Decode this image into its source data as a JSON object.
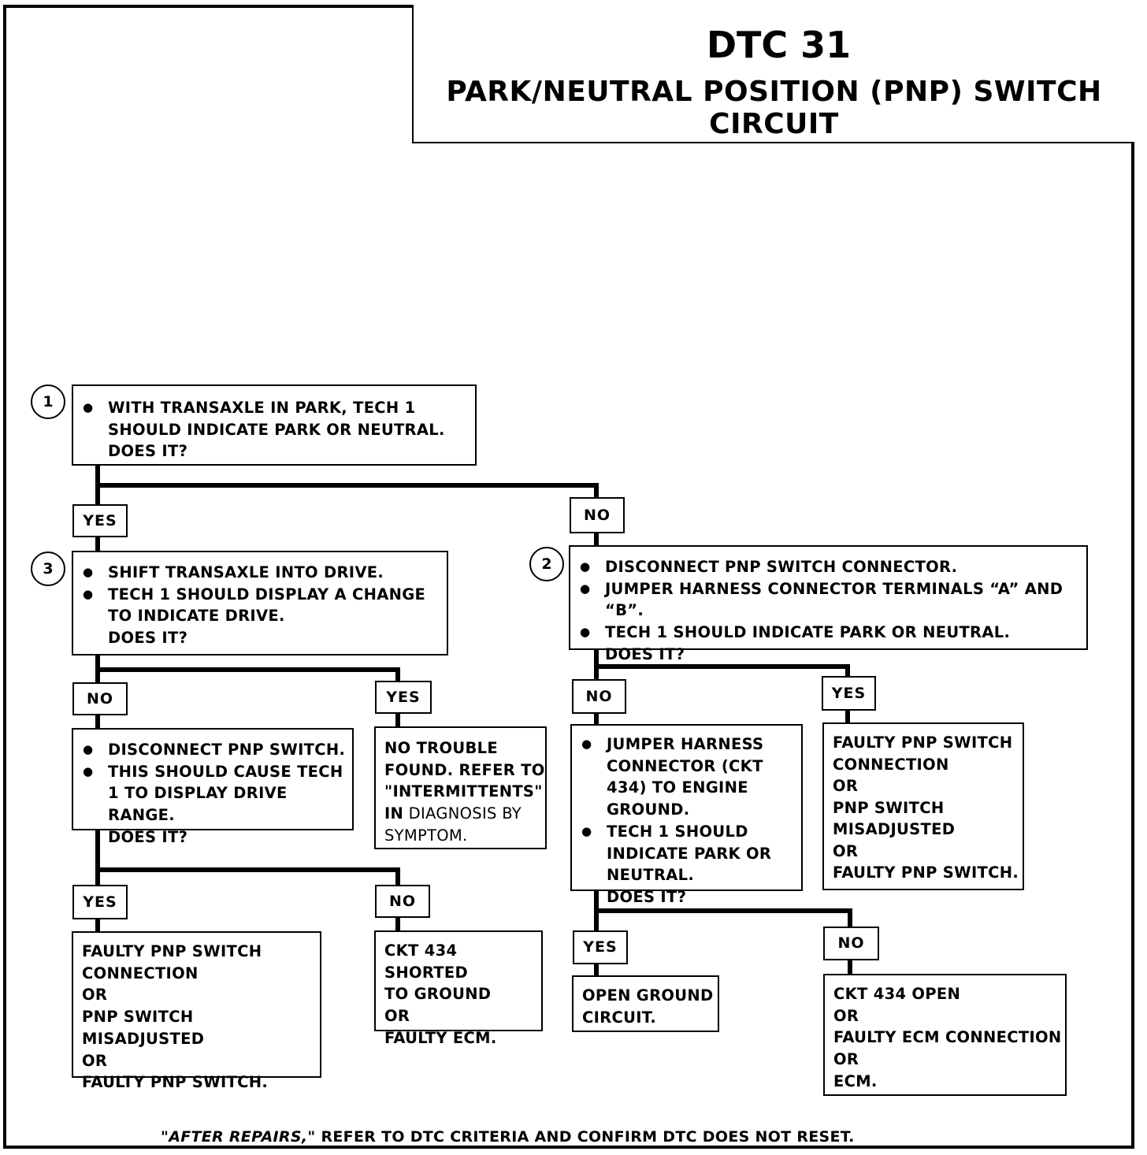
{
  "header": {
    "code": "DTC 31",
    "title": "PARK/NEUTRAL POSITION (PNP) SWITCH CIRCUIT"
  },
  "steps": {
    "step1": {
      "number": "1",
      "bullets": [
        "WITH TRANSAXLE IN PARK, TECH 1 SHOULD INDICATE PARK OR NEUTRAL."
      ],
      "question": "DOES IT?"
    },
    "step2": {
      "number": "2",
      "bullets": [
        "DISCONNECT PNP SWITCH CONNECTOR.",
        "JUMPER HARNESS CONNECTOR TERMINALS “A” AND “B”.",
        "TECH 1 SHOULD INDICATE PARK OR NEUTRAL."
      ],
      "question": "DOES IT?"
    },
    "step3": {
      "number": "3",
      "bullets": [
        "SHIFT TRANSAXLE INTO DRIVE.",
        "TECH 1 SHOULD DISPLAY A CHANGE TO INDICATE DRIVE."
      ],
      "question": "DOES IT?"
    },
    "step3_no": {
      "bullets": [
        "DISCONNECT PNP SWITCH.",
        "THIS SHOULD CAUSE TECH 1 TO DISPLAY DRIVE RANGE."
      ],
      "question": "DOES IT?"
    },
    "step2_no": {
      "bullets": [
        "JUMPER HARNESS CONNECTOR (CKT 434) TO ENGINE GROUND.",
        "TECH 1 SHOULD INDICATE PARK OR NEUTRAL."
      ],
      "question": "DOES IT?"
    }
  },
  "labels": {
    "yes": "YES",
    "no": "NO"
  },
  "results": {
    "no_trouble": {
      "line1": "NO TROUBLE",
      "line2": "FOUND.  REFER TO",
      "line3": "\"INTERMITTENTS\"",
      "line4_prefix": "IN",
      "line4_rest": " DIAGNOSIS BY",
      "line5": "SYMPTOM."
    },
    "faulty_left": [
      "FAULTY PNP SWITCH",
      "CONNECTION",
      "OR",
      "PNP SWITCH MISADJUSTED",
      "OR",
      "FAULTY PNP SWITCH."
    ],
    "ckt_shorted": [
      "CKT 434 SHORTED",
      "TO GROUND",
      "OR",
      "FAULTY ECM."
    ],
    "faulty_right": [
      "FAULTY PNP SWITCH",
      "CONNECTION",
      "OR",
      "PNP SWITCH",
      "MISADJUSTED",
      "OR",
      "FAULTY PNP SWITCH."
    ],
    "open_ground": [
      "OPEN GROUND",
      "CIRCUIT."
    ],
    "ckt_open": [
      "CKT 434 OPEN",
      "OR",
      "FAULTY ECM CONNECTION",
      "OR",
      "ECM."
    ]
  },
  "footer": {
    "em": "\"AFTER REPAIRS,\"",
    "rest": " REFER TO DTC CRITERIA AND CONFIRM DTC DOES NOT RESET."
  }
}
